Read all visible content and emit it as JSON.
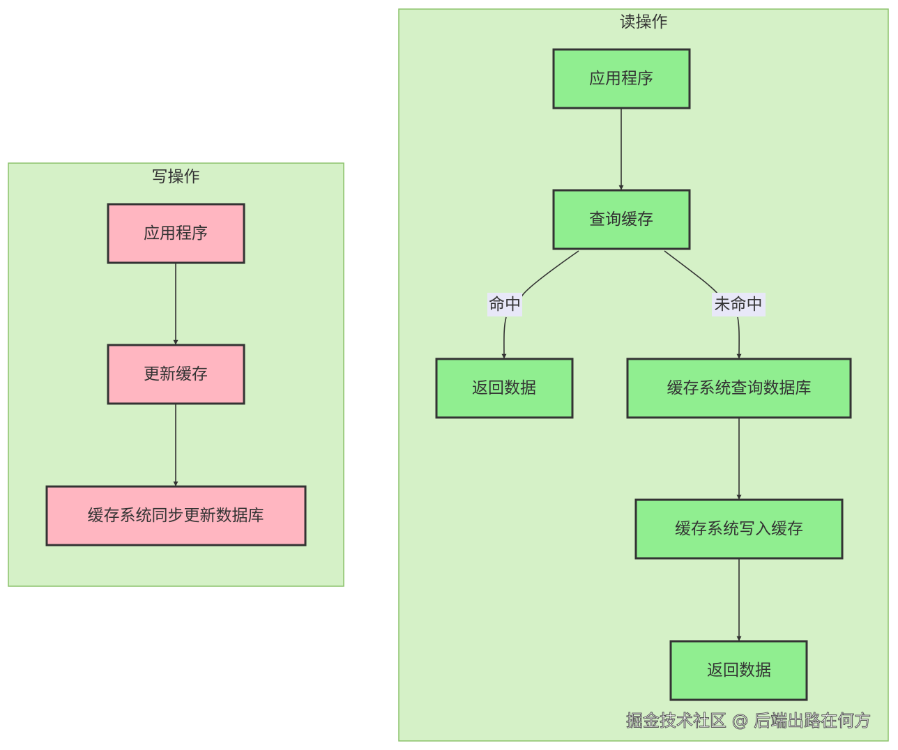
{
  "write_group": {
    "title": "写操作",
    "nodes": [
      "应用程序",
      "更新缓存",
      "缓存系统同步更新数据库"
    ]
  },
  "read_group": {
    "title": "读操作",
    "nodes": [
      "应用程序",
      "查询缓存",
      "返回数据",
      "缓存系统查询数据库",
      "缓存系统写入缓存",
      "返回数据"
    ],
    "edge_labels": [
      "命中",
      "未命中"
    ]
  },
  "watermark": "掘金技术社区 @ 后端出路在何方",
  "colors": {
    "cluster_fill": "#d5f1c7",
    "cluster_border": "#8cc26b",
    "write_node_fill": "#ffb6c1",
    "read_node_fill": "#90ee90",
    "node_border": "#333333",
    "edge_label_bg": "#e8e8f8"
  }
}
